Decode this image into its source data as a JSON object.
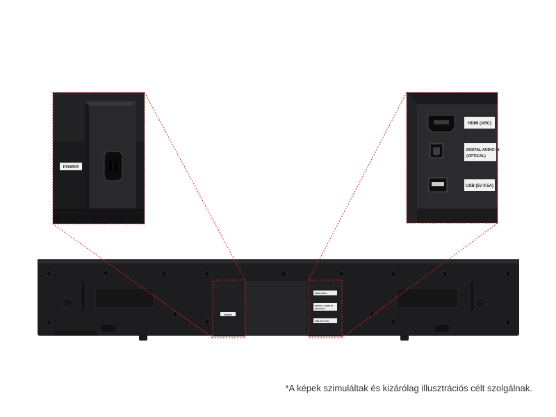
{
  "labels": {
    "power": "POWER",
    "hdmi": "HDMI (ARC)",
    "optical_line1": "DIGITAL AUDIO IN",
    "optical_line2": "(OPTICAL)",
    "usb": "USB (5V 0.5A)",
    "bar_power": "POWER",
    "bar_hdmi": "HDMI (ARC)",
    "bar_optical_line1": "DIGITAL AUDIO IN",
    "bar_optical_line2": "(OPTICAL)",
    "bar_usb": "USB (5V 0.5A)"
  },
  "caption": "*A képek szimuláltak és kizárólag illusztrációs célt szolgálnak.",
  "colors": {
    "body": "#1d1d1f",
    "panel": "#2a2a2c",
    "dash": "#e0201b",
    "label_bg": "#f4f4f4"
  }
}
